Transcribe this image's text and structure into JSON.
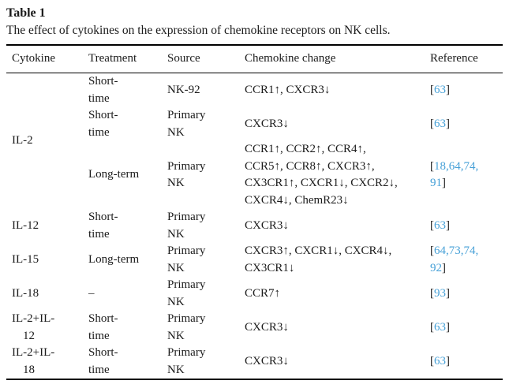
{
  "colors": {
    "text": "#1b1b1b",
    "link_blue": "#46a0d7",
    "rule": "#000000",
    "background": "#ffffff"
  },
  "table_label": "Table 1",
  "caption": "The effect of cytokines on the expression of chemokine receptors on NK cells.",
  "table": {
    "columns": [
      {
        "key": "cytokine",
        "label": "Cytokine"
      },
      {
        "key": "treatment",
        "label": "Treatment"
      },
      {
        "key": "source",
        "label": "Source"
      },
      {
        "key": "change",
        "label": "Chemokine change"
      },
      {
        "key": "reference",
        "label": "Reference"
      }
    ],
    "rows": [
      {
        "cytokine": {
          "lines": [
            "IL-2"
          ],
          "rowspan": 3
        },
        "treatment": [
          "Short-",
          "time"
        ],
        "source": [
          "NK-92"
        ],
        "change": [
          "CCR1↑, CXCR3↓"
        ],
        "reference": [
          "[63]"
        ]
      },
      {
        "treatment": [
          "Short-",
          "time"
        ],
        "source": [
          "Primary",
          "NK"
        ],
        "change": [
          "CXCR3↓"
        ],
        "reference": [
          "[63]"
        ]
      },
      {
        "treatment": [
          "Long-term"
        ],
        "source": [
          "Primary",
          "NK"
        ],
        "change": [
          "CCR1↑, CCR2↑, CCR4↑,",
          "CCR5↑, CCR8↑, CXCR3↑,",
          "CX3CR1↑, CXCR1↓, CXCR2↓,",
          "CXCR4↓, ChemR23↓"
        ],
        "reference": [
          "[18,64,74,",
          "91]"
        ]
      },
      {
        "cytokine": {
          "lines": [
            "IL-12"
          ],
          "rowspan": 1
        },
        "treatment": [
          "Short-",
          "time"
        ],
        "source": [
          "Primary",
          "NK"
        ],
        "change": [
          "CXCR3↓"
        ],
        "reference": [
          "[63]"
        ]
      },
      {
        "cytokine": {
          "lines": [
            "IL-15"
          ],
          "rowspan": 1
        },
        "treatment": [
          "Long-term"
        ],
        "source": [
          "Primary",
          "NK"
        ],
        "change": [
          "CXCR3↑, CXCR1↓, CXCR4↓,",
          "CX3CR1↓"
        ],
        "reference": [
          "[64,73,74,",
          "92]"
        ]
      },
      {
        "cytokine": {
          "lines": [
            "IL-18"
          ],
          "rowspan": 1
        },
        "treatment": [
          "–"
        ],
        "source": [
          "Primary",
          "NK"
        ],
        "change": [
          "CCR7↑"
        ],
        "reference": [
          "[93]"
        ]
      },
      {
        "cytokine": {
          "lines": [
            "IL-2+IL-",
            "12"
          ],
          "rowspan": 1
        },
        "treatment": [
          "Short-",
          "time"
        ],
        "source": [
          "Primary",
          "NK"
        ],
        "change": [
          "CXCR3↓"
        ],
        "reference": [
          "[63]"
        ]
      },
      {
        "cytokine": {
          "lines": [
            "IL-2+IL-",
            "18"
          ],
          "rowspan": 1
        },
        "treatment": [
          "Short-",
          "time"
        ],
        "source": [
          "Primary",
          "NK"
        ],
        "change": [
          "CXCR3↓"
        ],
        "reference": [
          "[63]"
        ]
      }
    ]
  }
}
